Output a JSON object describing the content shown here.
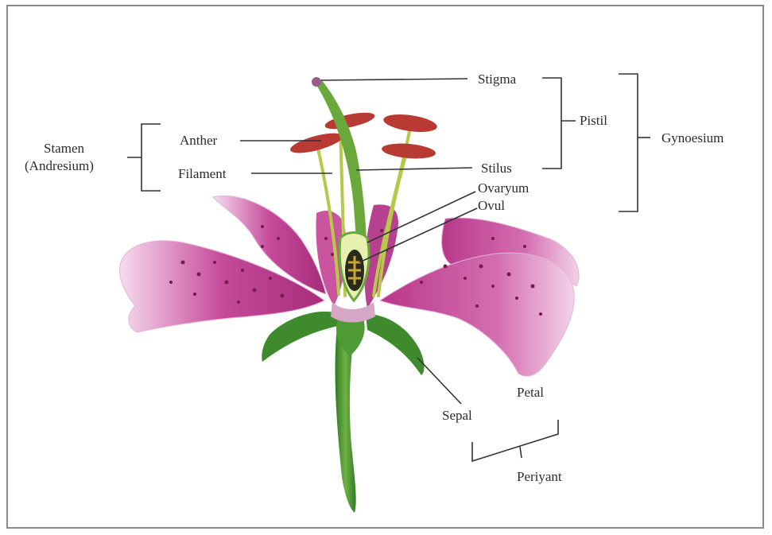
{
  "labels": {
    "stigma": "Stigma",
    "pistil": "Pistil",
    "gynoesium": "Gynoesium",
    "stamen": "Stamen",
    "andresium": "(Andresium)",
    "anther": "Anther",
    "filament": "Filament",
    "stilus": "Stilus",
    "ovaryum": "Ovaryum",
    "ovul": "Ovul",
    "petal": "Petal",
    "sepal": "Sepal",
    "periyant": "Periyant"
  },
  "colors": {
    "petal": "#c64a9a",
    "petal_light": "#f0c8e2",
    "spots": "#7a1850",
    "sepal": "#3f8a2c",
    "stem": "#4f9a33",
    "anther": "#b83a33",
    "filament": "#b7c84a",
    "leader_line": "#333333"
  }
}
